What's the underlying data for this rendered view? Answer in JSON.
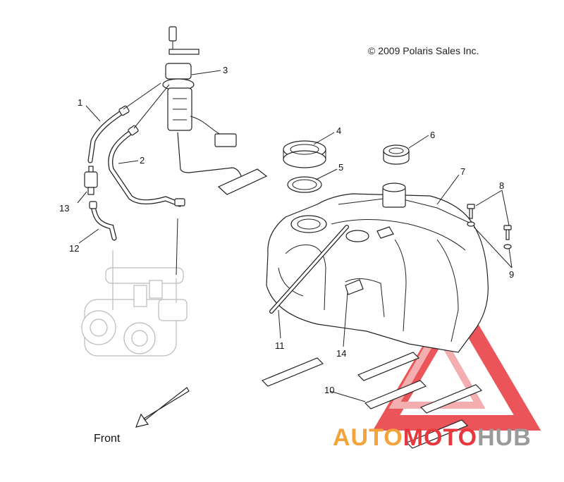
{
  "copyright": "© 2009 Polaris Sales Inc.",
  "front_label": "Front",
  "callouts": [
    "1",
    "2",
    "3",
    "4",
    "5",
    "6",
    "7",
    "8",
    "9",
    "10",
    "11",
    "12",
    "13",
    "14"
  ],
  "watermark": {
    "part1": "AUTO",
    "part2": "MOTO",
    "part3": "HUB",
    "color_orange": "#f4a23a",
    "color_red": "#e8383d",
    "color_gray": "#9a9a9a"
  }
}
